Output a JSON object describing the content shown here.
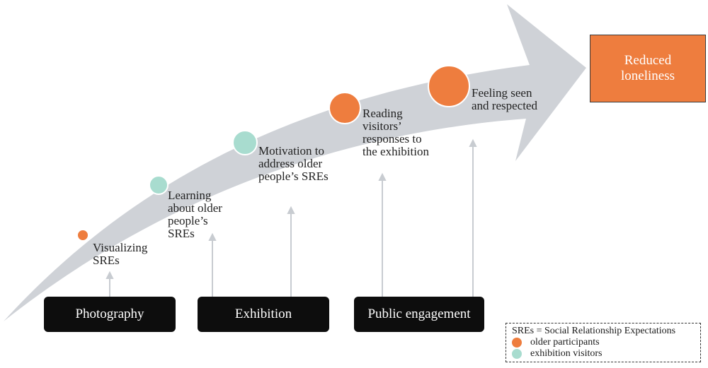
{
  "colors": {
    "arrow": "#cfd2d7",
    "older_participants": "#ee7d3e",
    "exhibition_visitors": "#a8dccf",
    "stage_box": "#0d0d0d",
    "connector": "#c8ccd1"
  },
  "milestones": [
    {
      "label": "Visualizing\nSREs",
      "group": "older_participants"
    },
    {
      "label": "Learning\nabout older\npeople’s\nSREs",
      "group": "exhibition_visitors"
    },
    {
      "label": "Motivation to\naddress older\npeople’s SREs",
      "group": "exhibition_visitors"
    },
    {
      "label": "Reading\nvisitors’\nresponses to\nthe exhibition",
      "group": "older_participants"
    },
    {
      "label": "Feeling seen\nand respected",
      "group": "older_participants"
    }
  ],
  "stages": [
    {
      "label": "Photography"
    },
    {
      "label": "Exhibition"
    },
    {
      "label": "Public engagement"
    }
  ],
  "outcome": {
    "label": "Reduced\nloneliness"
  },
  "legend": {
    "definition": "SREs = Social Relationship Expectations",
    "items": [
      {
        "label": "older participants",
        "color_key": "older_participants"
      },
      {
        "label": "exhibition visitors",
        "color_key": "exhibition_visitors"
      }
    ]
  }
}
